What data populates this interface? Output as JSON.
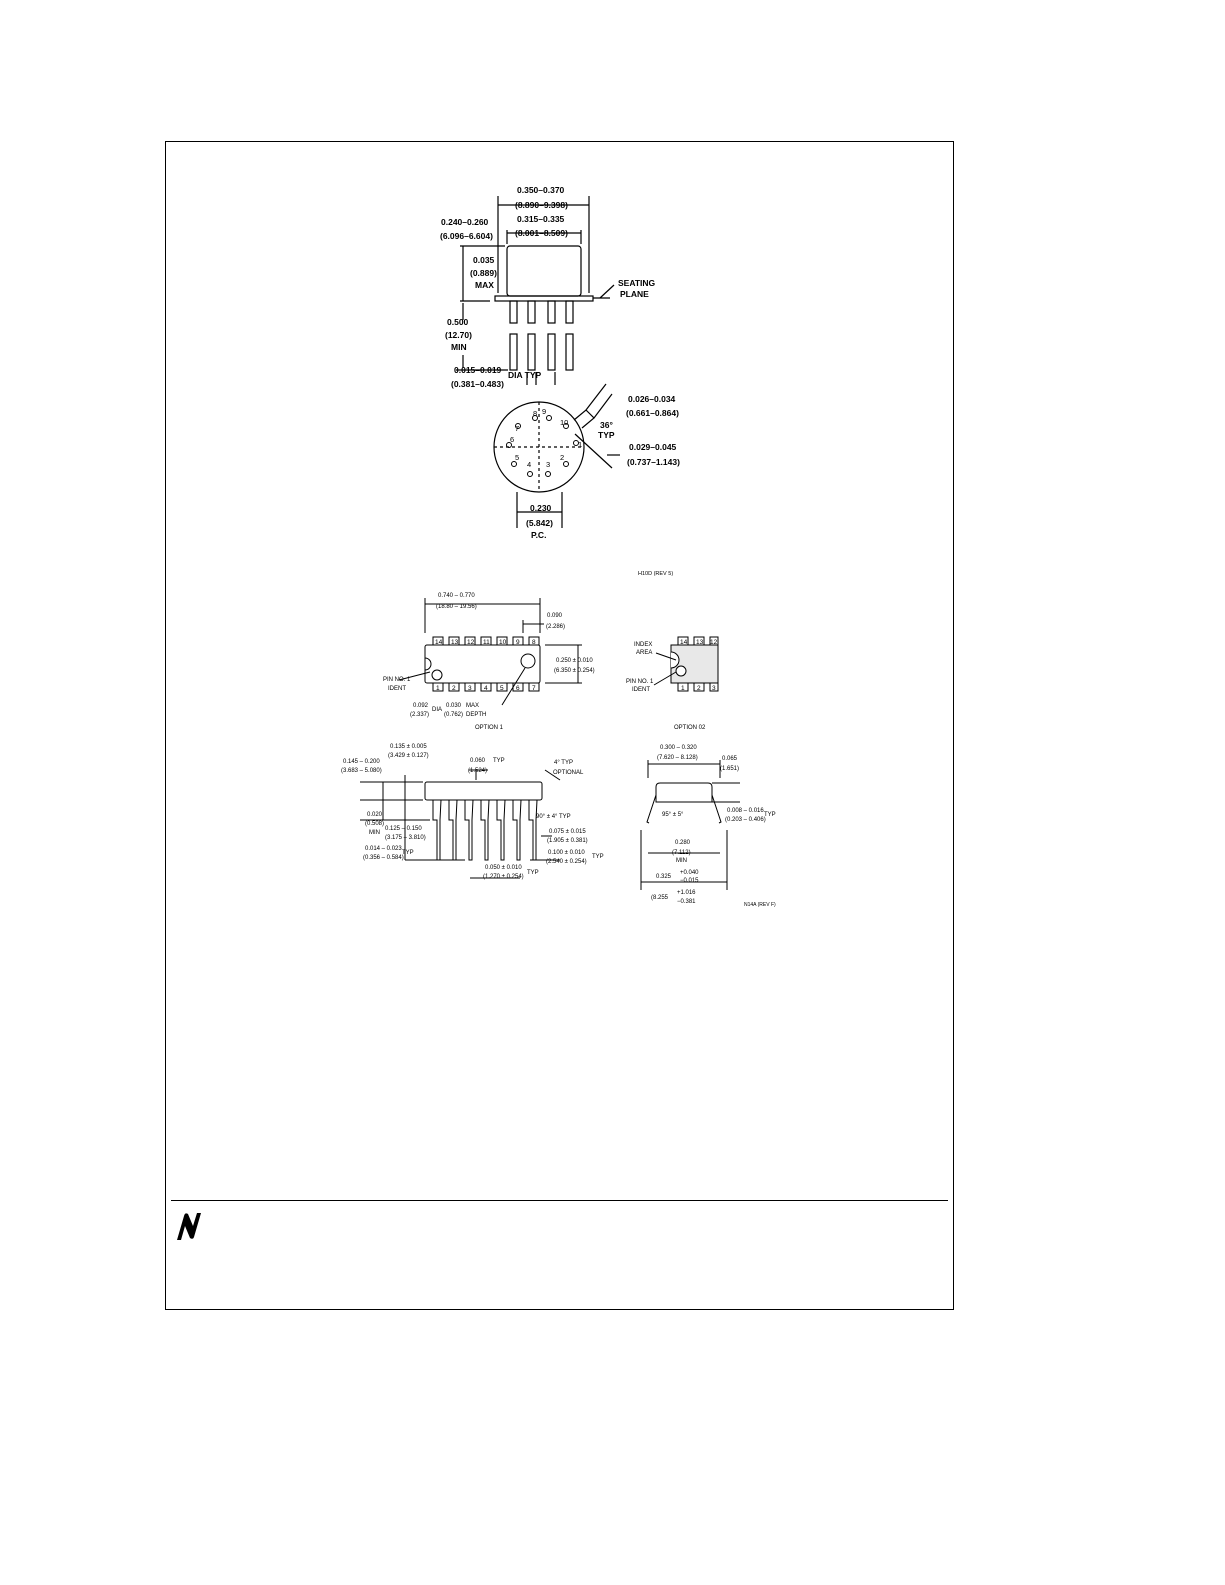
{
  "to_package": {
    "dim_overall_width": "0.350–0.370",
    "dim_overall_width_mm": "(8.890–9.398)",
    "dim_body_width": "0.315–0.335",
    "dim_body_width_mm": "(8.001–8.509)",
    "dim_height": "0.240–0.260",
    "dim_height_mm": "(6.096–6.604)",
    "dim_flange": "0.035",
    "dim_flange_mm": "(0.889)",
    "dim_flange_max": "MAX",
    "seating_plane_1": "SEATING",
    "seating_plane_2": "PLANE",
    "dim_lead_length": "0.500",
    "dim_lead_length_mm": "(12.70)",
    "dim_lead_length_min": "MIN",
    "dim_lead_dia": "0.015–0.019",
    "dim_lead_dia_mm": "(0.381–0.483)",
    "dia_typ": "DIA TYP",
    "dim_tab_width": "0.026–0.034",
    "dim_tab_width_mm": "(0.661–0.864)",
    "angle_36": "36°",
    "angle_typ": "TYP",
    "dim_tab_length": "0.029–0.045",
    "dim_tab_length_mm": "(0.737–1.143)",
    "dim_pc": "0.230",
    "dim_pc_mm": "(5.842)",
    "pc_label": "P.C.",
    "pins": [
      "1",
      "2",
      "3",
      "4",
      "5",
      "6",
      "7",
      "8",
      "9",
      "10"
    ],
    "drawing_ref": "H10D (REV 5)"
  },
  "dip_package": {
    "dim_length": "0.740 – 0.770",
    "dim_length_mm": "(18.80 – 19.56)",
    "dim_end": "0.090",
    "dim_end_mm": "(2.286)",
    "top_pins": [
      "14",
      "13",
      "12",
      "11",
      "10",
      "9",
      "8"
    ],
    "bottom_pins": [
      "1",
      "2",
      "3",
      "4",
      "5",
      "6",
      "7"
    ],
    "dim_width": "0.250 ± 0.010",
    "dim_width_mm": "(6.350 ± 0.254)",
    "pin1_ident_a": "PIN NO. 1",
    "pin1_ident_b": "IDENT",
    "dim_dia": "0.092",
    "dim_dia_mm": "(2.337)",
    "dia_label": "DIA",
    "dim_depth": "0.030",
    "dim_depth_mm": "(0.762)",
    "max_label": "MAX",
    "depth_label": "DEPTH",
    "option1": "OPTION 1",
    "index_area_a": "INDEX",
    "index_area_b": "AREA",
    "opt2_pin1_a": "PIN NO. 1",
    "opt2_pin1_b": "IDENT",
    "opt2_top_pins": [
      "14",
      "13",
      "12"
    ],
    "opt2_bottom_pins": [
      "1",
      "2",
      "3"
    ],
    "option2": "OPTION 02",
    "side_dim_a": "0.135 ± 0.005",
    "side_dim_a_mm": "(3.429 ± 0.127)",
    "side_dim_b": "0.145 – 0.200",
    "side_dim_b_mm": "(3.683 – 5.080)",
    "side_dim_c": "0.060",
    "side_dim_c_mm": "(1.524)",
    "typ": "TYP",
    "angle_4": "4° TYP",
    "optional": "OPTIONAL",
    "side_dim_d": "0.020",
    "side_dim_d_mm": "(0.508)",
    "min": "MIN",
    "side_dim_e": "0.125 – 0.150",
    "side_dim_e_mm": "(3.175 – 3.810)",
    "angle_90": "90° ± 4° TYP",
    "side_dim_f": "0.075 ± 0.015",
    "side_dim_f_mm": "(1.905 ± 0.381)",
    "side_dim_g": "0.014 – 0.023",
    "side_dim_g_mm": "(0.356 – 0.584)",
    "side_dim_h": "0.100 ± 0.010",
    "side_dim_h_mm": "(2.540 ± 0.254)",
    "side_dim_i": "0.050 ± 0.010",
    "side_dim_i_mm": "(1.270 ± 0.254)",
    "end_dim_a": "0.300 – 0.320",
    "end_dim_a_mm": "(7.620 – 8.128)",
    "end_dim_b": "0.065",
    "end_dim_b_mm": "(1.651)",
    "angle_95": "95° ± 5°",
    "end_dim_c": "0.008 – 0.016",
    "end_dim_c_mm": "(0.203 – 0.406)",
    "end_dim_d": "0.280",
    "end_dim_d_mm": "(7.112)",
    "end_dim_e": "0.325",
    "end_dim_e_tol_plus": "+0.040",
    "end_dim_e_tol_minus": "−0.015",
    "end_dim_e_mm": "(8.255",
    "end_dim_e_mm_plus": "+1.016",
    "end_dim_e_mm_minus": "−0.381",
    "drawing_ref": "N14A (REV F)"
  }
}
